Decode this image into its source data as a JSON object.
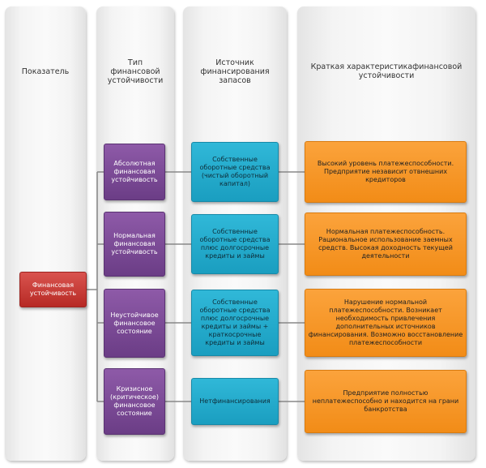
{
  "headers": {
    "indicator": "Показатель",
    "type": "Тип финансовой устойчивости",
    "source": "Источник финансирования запасов",
    "characteristic": "Краткая характеристикафинансовой устойчивости"
  },
  "root": "Финансовая устойчивость",
  "rows": [
    {
      "type": "Абсолютная финансовая устойчивость",
      "source": "Собственные оборотные средства (чистый оборотный капитал)",
      "characteristic": "Высокий уровень платежеспособности. Предприятие независит отвнешних кредиторов"
    },
    {
      "type": "Нормальная финансовая устойчивость",
      "source": "Собственные оборотные средства плюс долгосрочные кредиты и займы",
      "characteristic": "Нормальная платежеспособность. Рациональное использование заемных средств. Высокая доходность текущей деятельности"
    },
    {
      "type": "Неустойчивое финансовое состояние",
      "source": "Собственные оборотные средства плюс долгосрочные кредиты и займы + краткосрочные кредиты и займы",
      "characteristic": "Нарушение нормальной платежеспособности. Возникает необходимость привлечения дополнительных источников финансирования. Возможно восстановление платежеспособности"
    },
    {
      "type": "Кризисное (критическое) финансовое состояние",
      "source": "Нетфинансирования",
      "characteristic": "Предприятие полностью неплатежеспособно и находится на грани банкротства"
    }
  ]
}
